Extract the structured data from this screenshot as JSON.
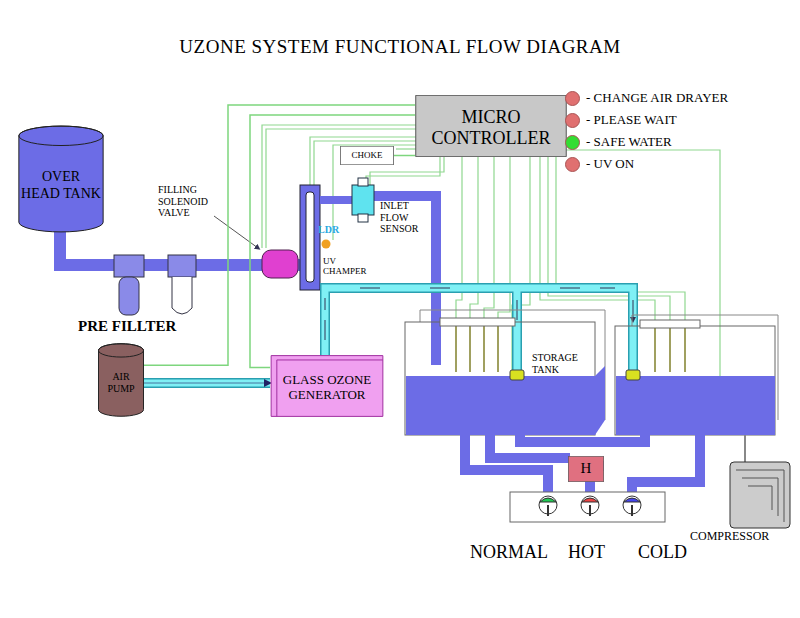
{
  "diagram": {
    "title": "UZONE SYSTEM FUNCTIONAL FLOW DIAGRAM",
    "nodes": [
      {
        "text": [
          "OVER HEAD TANK"
        ]
      },
      {
        "text": [
          "MICRO CONTROLLER"
        ]
      },
      {
        "text": [
          "CHOKE"
        ]
      },
      {
        "text": [
          "AIR PUMP"
        ]
      },
      {
        "text": [
          "GLASS OZONE GENERATOR"
        ]
      },
      {
        "text": [
          "H"
        ]
      }
    ],
    "edges": [
      {
        "from": 3,
        "to": 4,
        "arrow": "to"
      },
      {
        "from": 1,
        "to": 3,
        "arrow": "none"
      },
      {
        "from": 1,
        "to": 4,
        "arrow": "none"
      },
      {
        "from": 1,
        "to": 2,
        "arrow": "none"
      }
    ],
    "labels": [
      "FILLING SOLENOID VALVE",
      "INLET FLOW SENSOR",
      "LDR",
      "UV CHAMPER",
      "PRE FILLTER",
      "STORAGE TANK",
      "COMPRESSOR",
      "NORMAL",
      "HOT",
      "COLD"
    ],
    "legend": [
      {
        "text": "- CHANGE AIR DRAYER",
        "color": "#e07070"
      },
      {
        "text": "- PLEASE WAIT",
        "color": "#e07070"
      },
      {
        "text": "- SAFE WATER",
        "color": "#33dd33"
      },
      {
        "text": "- UV ON",
        "color": "#e07070"
      }
    ]
  }
}
